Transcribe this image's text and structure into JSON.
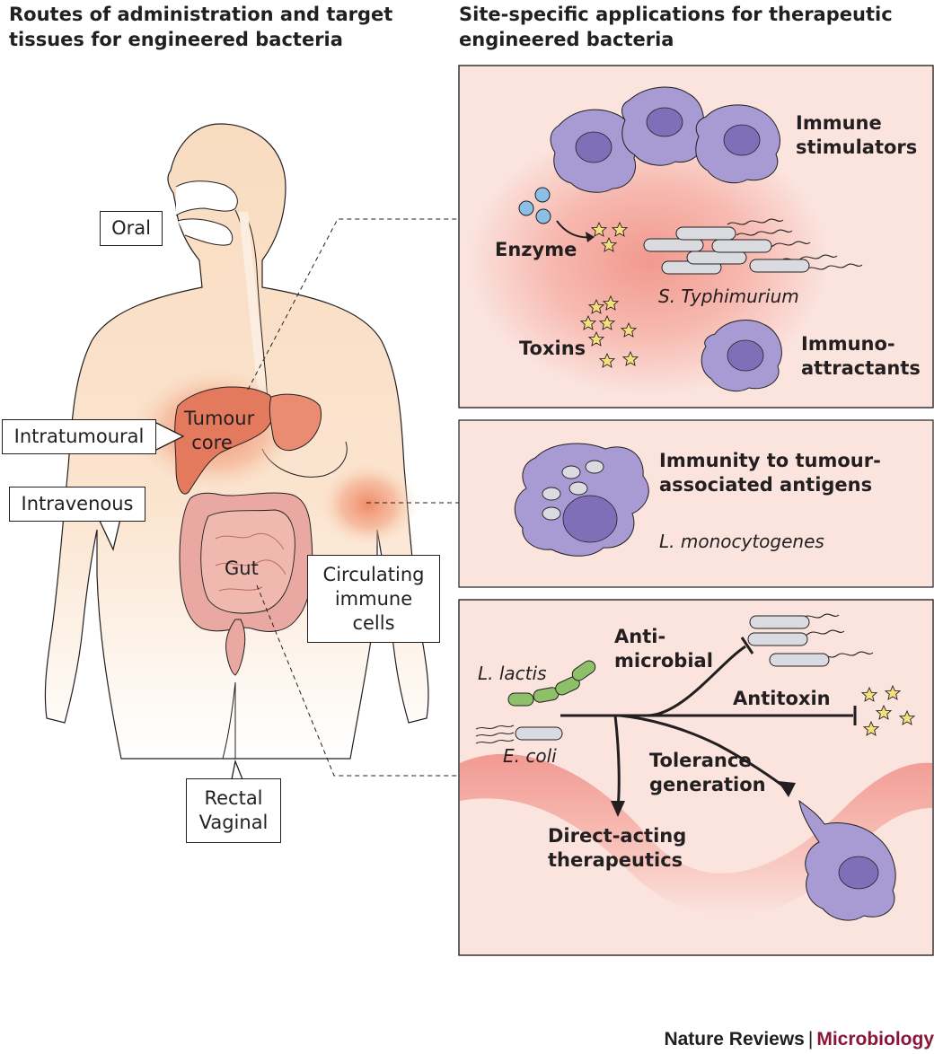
{
  "headers": {
    "left": [
      "Routes of administration and target",
      "tissues for engineered bacteria"
    ],
    "right": [
      "Site-specific applications for therapeutic",
      "engineered bacteria"
    ]
  },
  "routes": {
    "oral": "Oral",
    "intratumoural": "Intratumoural",
    "intravenous": "Intravenous",
    "circulating": [
      "Circulating",
      "immune",
      "cells"
    ],
    "rectal_vaginal": [
      "Rectal",
      "Vaginal"
    ]
  },
  "organs": {
    "tumour_core": [
      "Tumour",
      "core"
    ],
    "gut": "Gut"
  },
  "panel1": {
    "immune_stimulators": [
      "Immune",
      "stimulators"
    ],
    "enzyme": "Enzyme",
    "species": "S. Typhimurium",
    "toxins": "Toxins",
    "immunoattractants": [
      "Immuno-",
      "attractants"
    ]
  },
  "panel2": {
    "immunity": [
      "Immunity to tumour-",
      "associated antigens"
    ],
    "species": "L. monocytogenes"
  },
  "panel3": {
    "antimicrobial": [
      "Anti-",
      "microbial"
    ],
    "antitoxin": "Antitoxin",
    "l_lactis": "L. lactis",
    "e_coli": "E. coli",
    "tolerance": [
      "Tolerance",
      "generation"
    ],
    "direct_acting": [
      "Direct-acting",
      "therapeutics"
    ]
  },
  "footer": {
    "journal": "Nature Reviews",
    "separator": "|",
    "subject": "Microbiology",
    "journal_color": "#231f20",
    "subject_color": "#8a1538"
  },
  "colors": {
    "skin": "#f9dcc0",
    "tumour": "#e9765a",
    "gut": "#e9a9a2",
    "panel_bg": "#fbe3de",
    "panel_glow": "#f4a398",
    "cell": "#a89ad3",
    "nucleus": "#7e6fb8",
    "bacterium": "#d9dbe0",
    "lactis": "#8ec06a",
    "star": "#f6df7f"
  }
}
